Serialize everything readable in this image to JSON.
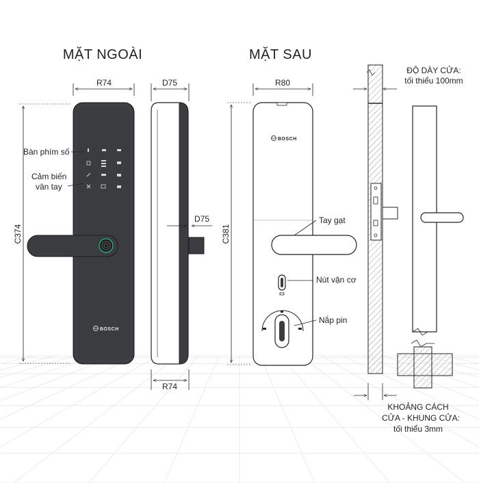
{
  "titles": {
    "front": "MẶT NGOÀI",
    "back": "MẶT SAU"
  },
  "dimensions": {
    "front_width": "R74",
    "side_depth": "D75",
    "side_bottom_width": "R74",
    "handle_depth": "D75",
    "front_height": "C374",
    "back_width": "R80",
    "back_height": "C381"
  },
  "labels": {
    "keypad": "Bàn phím số",
    "fingerprint_line1": "Cảm biến",
    "fingerprint_line2": "vân tay",
    "lever": "Tay gạt",
    "mechanical_knob": "Nút vặn cơ",
    "battery_cover": "Nắp pin",
    "door_thickness_line1": "ĐỘ DÀY CỬA:",
    "door_thickness_line2": "tối thiểu 100mm",
    "gap_line1": "KHOẢNG CÁCH",
    "gap_line2": "CỬA - KHUNG CỬA:",
    "gap_line3": "tối thiểu 3mm"
  },
  "brand": {
    "front_logo": "BOSCH",
    "back_logo": "BOSCH"
  },
  "colors": {
    "lock_body": "#3a3c3f",
    "outline": "#222222",
    "background": "#ffffff",
    "fingerprint_ring": "#2f9e6e"
  },
  "icons": [
    "fingerprint-sensor-icon",
    "bosch-logo-icon"
  ]
}
